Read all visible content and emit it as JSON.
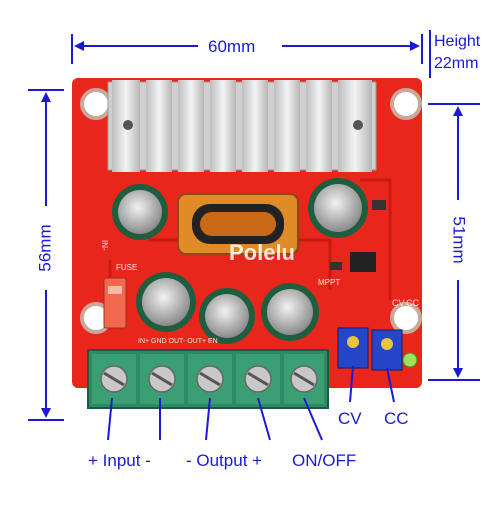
{
  "dimensions": {
    "width": "60mm",
    "length": "56mm",
    "hole_spacing": "51mm",
    "height_label": "Height",
    "height_value": "22mm"
  },
  "board": {
    "watermark": "Polelu",
    "silkscreen": {
      "fuse": "FUSE",
      "in_minus": "IN-",
      "mppt": "MPPT",
      "cv": "CV",
      "cc": "CC",
      "terminals": "IN+ GND OUT- OUT+ EN"
    }
  },
  "labels": {
    "input": "+ Input -",
    "output": "- Output +",
    "onoff": "ON/OFF",
    "cv": "CV",
    "cc": "CC"
  },
  "colors": {
    "annotation": "#1a1ad6",
    "pcb": "#e8261b",
    "terminal": "#2f8a63",
    "heatsink": "#d9d9d9"
  }
}
